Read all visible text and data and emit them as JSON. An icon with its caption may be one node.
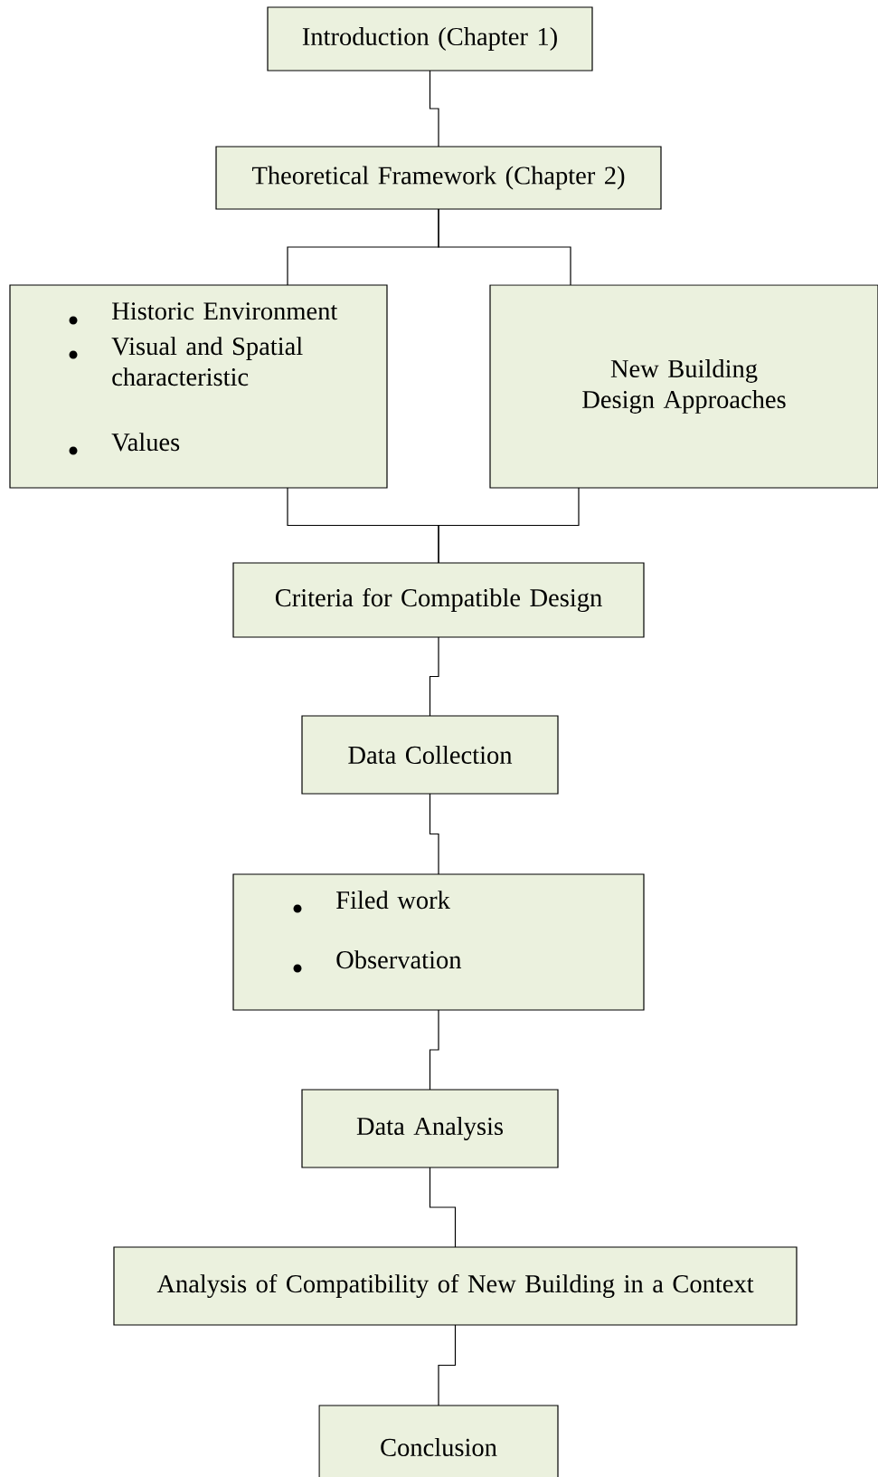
{
  "diagram": {
    "nodes": [
      {
        "text": [
          "Introduction (Chapter 1)"
        ]
      },
      {
        "text": [
          "Theoretical Framework (Chapter 2)"
        ]
      },
      {
        "text": [
          "Historic Environment",
          "Visual and Spatial characteristic",
          "Values"
        ]
      },
      {
        "text": [
          "New Building Design Approaches"
        ]
      },
      {
        "text": [
          "Criteria for Compatible Design"
        ]
      },
      {
        "text": [
          "Data Collection"
        ]
      },
      {
        "text": [
          "Filed work",
          "Observation"
        ]
      },
      {
        "text": [
          "Data Analysis"
        ]
      },
      {
        "text": [
          "Analysis of Compatibility of New Building in a Context"
        ]
      },
      {
        "text": [
          "Conclusion"
        ]
      }
    ],
    "edges": [
      {
        "from": 0,
        "to": 1,
        "arrow": "none"
      },
      {
        "from": 1,
        "to": 2,
        "arrow": "none"
      },
      {
        "from": 1,
        "to": 3,
        "arrow": "none"
      },
      {
        "from": 2,
        "to": 4,
        "arrow": "none"
      },
      {
        "from": 3,
        "to": 4,
        "arrow": "none"
      },
      {
        "from": 4,
        "to": 5,
        "arrow": "none"
      },
      {
        "from": 5,
        "to": 6,
        "arrow": "none"
      },
      {
        "from": 6,
        "to": 7,
        "arrow": "none"
      },
      {
        "from": 7,
        "to": 8,
        "arrow": "none"
      },
      {
        "from": 8,
        "to": 9,
        "arrow": "none"
      }
    ]
  }
}
